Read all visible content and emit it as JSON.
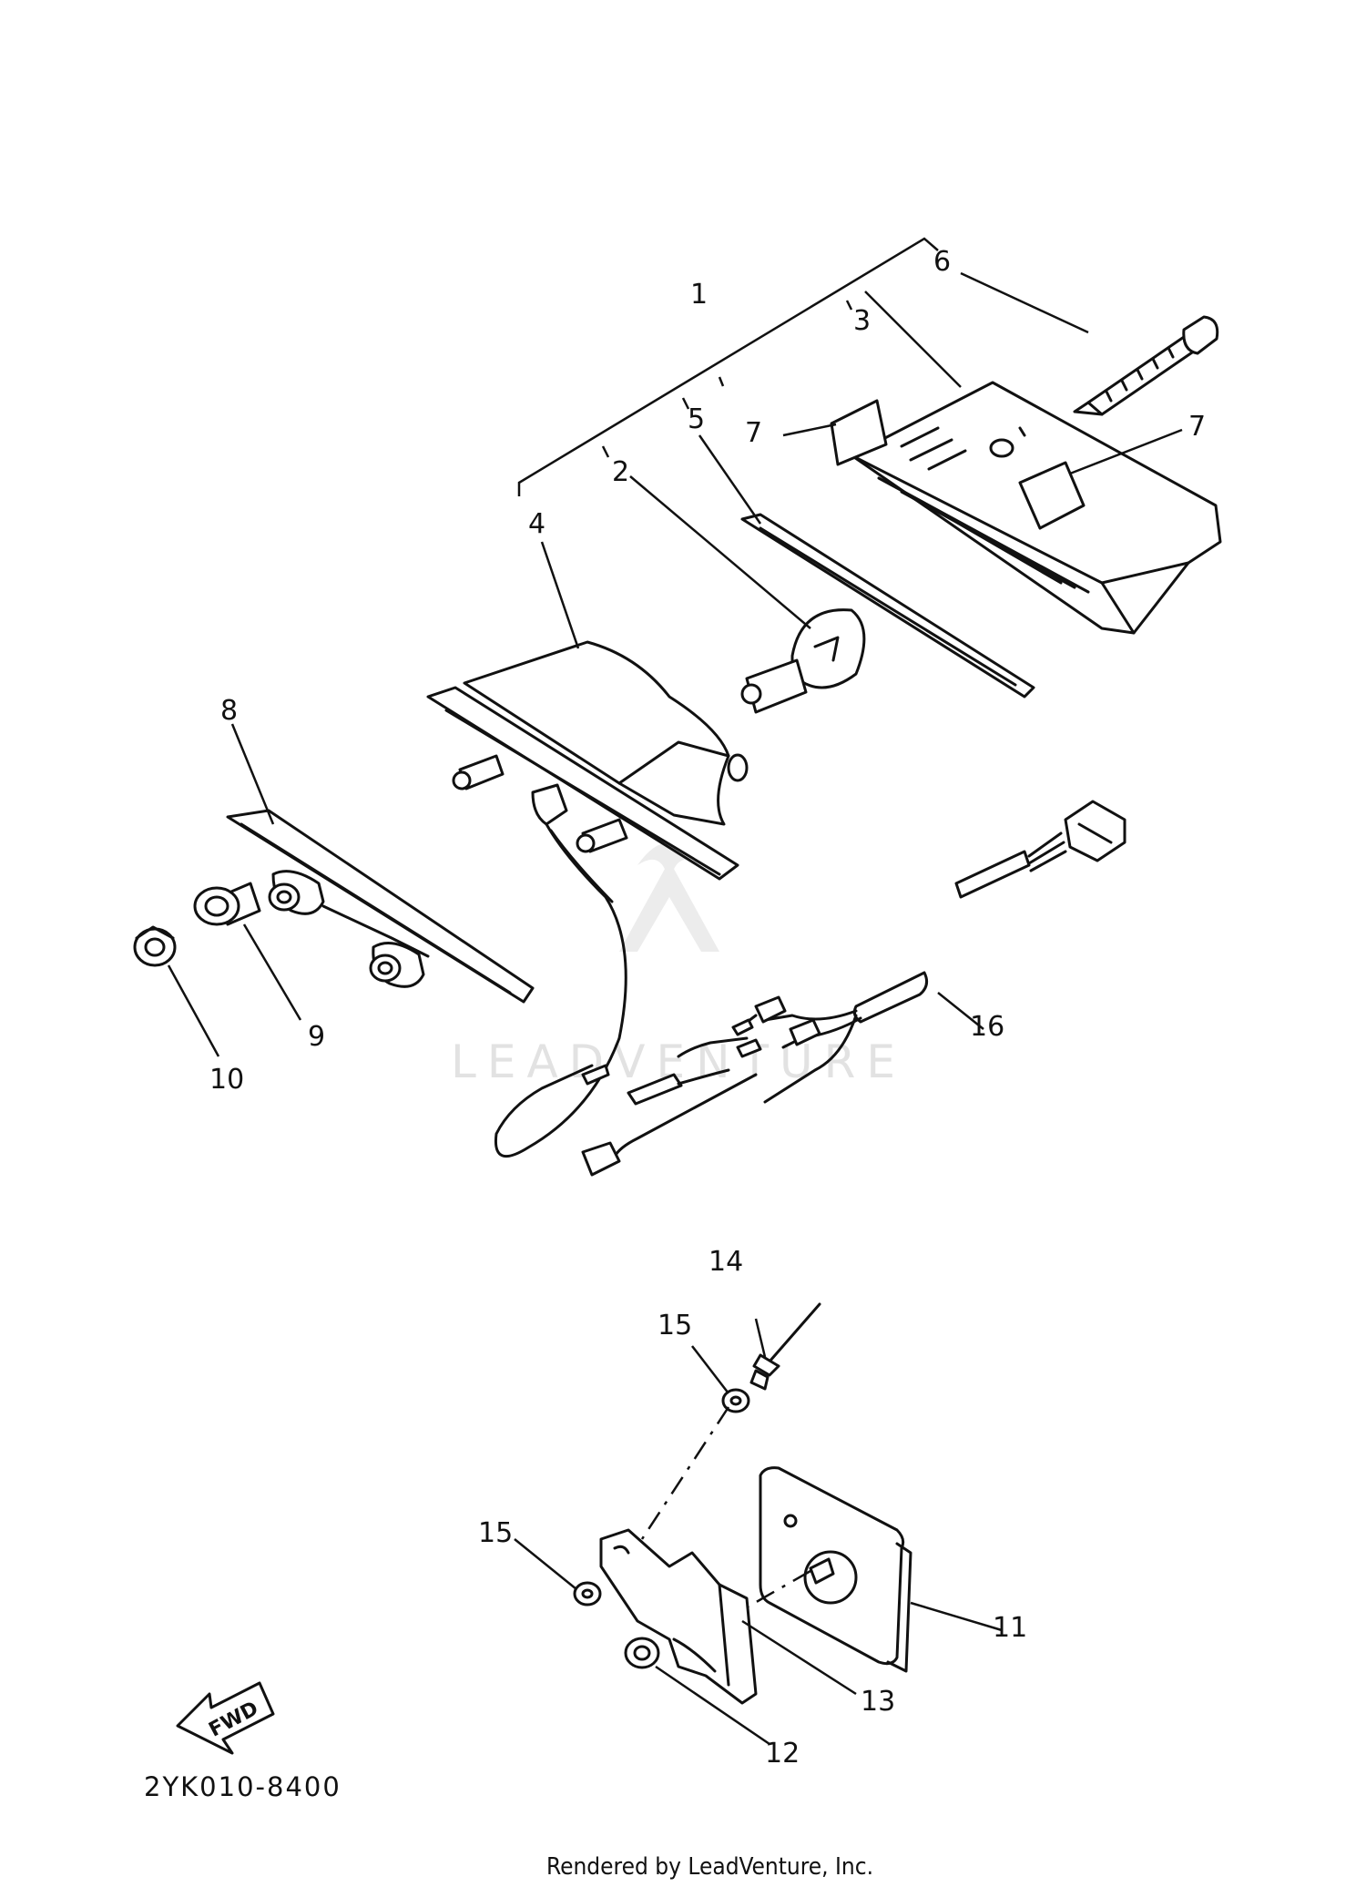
{
  "diagram_code": "2YK010-8400",
  "footer": "Rendered by LeadVenture, Inc.",
  "watermark": "LEADVENTURE",
  "direction_label": "FWD",
  "callouts": [
    "1",
    "2",
    "3",
    "4",
    "5",
    "6",
    "7",
    "7",
    "8",
    "9",
    "10",
    "11",
    "12",
    "13",
    "14",
    "15",
    "15",
    "16"
  ]
}
